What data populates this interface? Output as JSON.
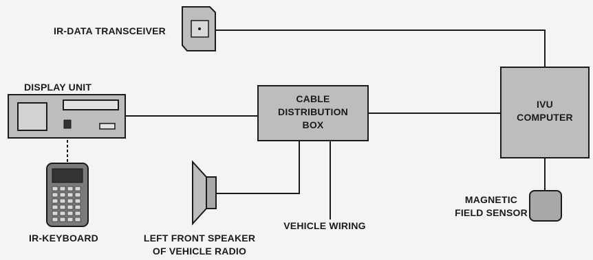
{
  "components": {
    "transceiver": {
      "label": "IR-DATA TRANSCEIVER"
    },
    "display_unit": {
      "label": "DISPLAY UNIT"
    },
    "distribution_box": {
      "label_lines": [
        "CABLE",
        "DISTRIBUTION",
        "BOX"
      ]
    },
    "ivu_computer": {
      "label_lines": [
        "IVU",
        "COMPUTER"
      ]
    },
    "keyboard": {
      "label": "IR-KEYBOARD"
    },
    "speaker": {
      "label_lines": [
        "LEFT FRONT SPEAKER",
        "OF VEHICLE RADIO"
      ]
    },
    "vehicle_wiring": {
      "label": "VEHICLE WIRING"
    },
    "magnetic_sensor": {
      "label_lines": [
        "MAGNETIC",
        "FIELD SENSOR"
      ]
    }
  }
}
